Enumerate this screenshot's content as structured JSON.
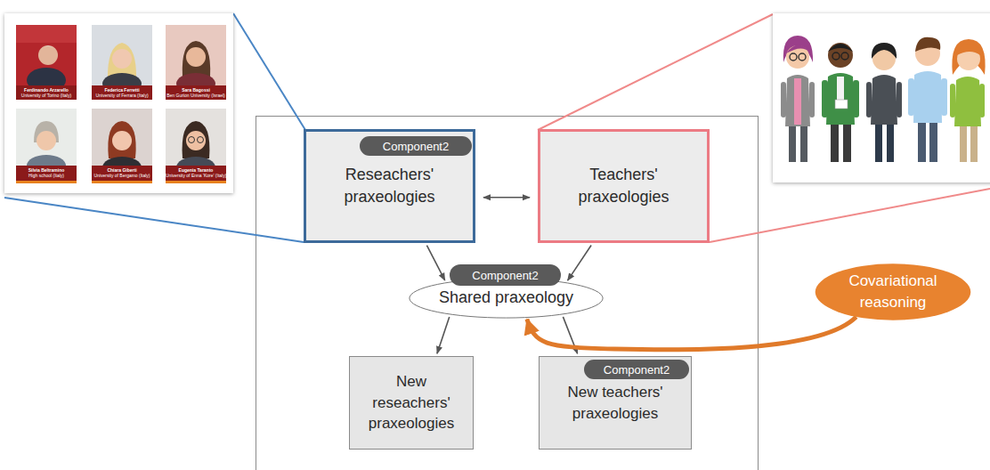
{
  "diagram": {
    "nodes": [
      {
        "text": [
          "Reseachers' praxeologies"
        ]
      },
      {
        "text": [
          "Component2"
        ],
        "in": 0
      },
      {
        "text": [
          "Teachers' praxeologies"
        ]
      },
      {
        "text": [
          "Shared praxeology"
        ]
      },
      {
        "text": [
          "Component2"
        ],
        "in": 3
      },
      {
        "text": [
          "New reseachers' praxeologies"
        ]
      },
      {
        "text": [
          "New teachers' praxeologies"
        ]
      },
      {
        "text": [
          "Component2"
        ],
        "in": 6
      },
      {
        "text": [
          "Covariational reasoning"
        ]
      }
    ],
    "edges": [
      {
        "from": 0,
        "to": 2,
        "arrow": "both"
      },
      {
        "from": 0,
        "to": 3,
        "arrow": "to"
      },
      {
        "from": 2,
        "to": 3,
        "arrow": "to"
      },
      {
        "from": 3,
        "to": 5,
        "arrow": "to"
      },
      {
        "from": 3,
        "to": 6,
        "arrow": "to"
      },
      {
        "from": 8,
        "to": 3,
        "arrow": "to"
      }
    ],
    "labels": [
      "Ferdinando Arzarello",
      "University of Torino (Italy)",
      "Federica Ferretti",
      "University of Ferrara (Italy)",
      "Sara Bagossi",
      "Ben Gurion University (Israel)",
      "Silvia Beltramino",
      "High school (Italy)",
      "Chiara Giberti",
      "University of Bergamo (Italy)",
      "Eugenia Taranto",
      "University of Enna 'Kore' (Italy)"
    ]
  }
}
